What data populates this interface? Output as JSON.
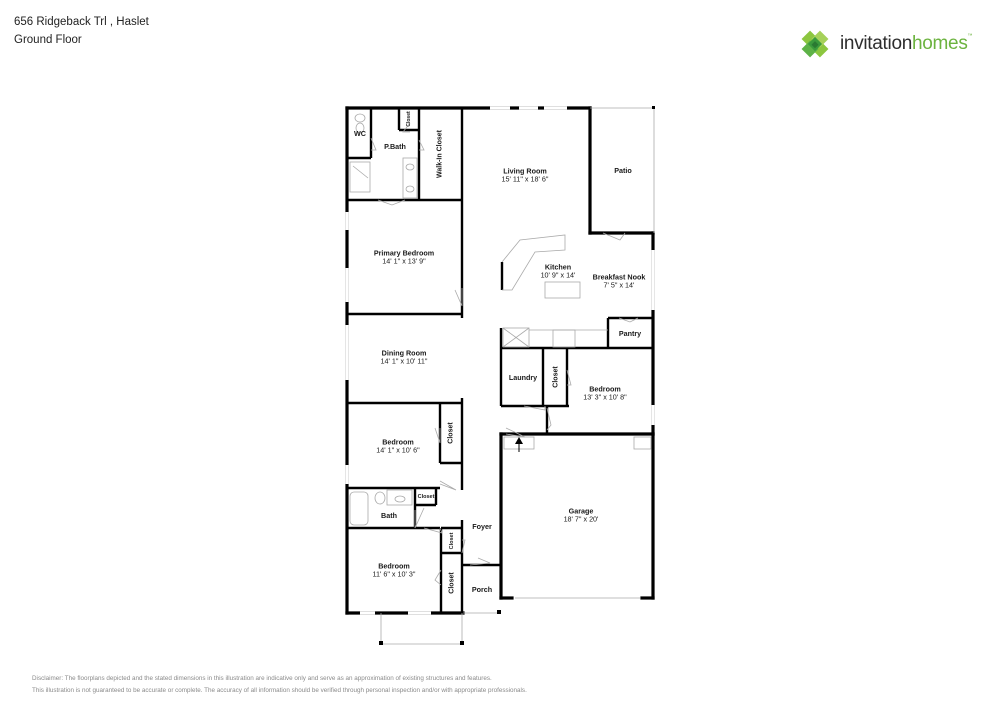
{
  "header": {
    "address": "656 Ridgeback Trl , Haslet",
    "floor": "Ground Floor"
  },
  "brand": {
    "name_part1": "invitation",
    "name_part2": "homes",
    "trademark": "™",
    "colors": {
      "dark_text": "#2d2d2d",
      "green": "#6cb33f",
      "logo_light": "#8cc63f",
      "logo_dark": "#3a9a3c"
    }
  },
  "rooms": {
    "wc": {
      "name": "WC"
    },
    "pbath": {
      "name": "P.Bath"
    },
    "pbath_closet": {
      "name": "Closet"
    },
    "walkin": {
      "name": "Walk-In Closet"
    },
    "living": {
      "name": "Living Room",
      "dims": "15' 11\" x 18' 6\""
    },
    "patio": {
      "name": "Patio"
    },
    "primary": {
      "name": "Primary Bedroom",
      "dims": "14' 1\" x 13' 9\""
    },
    "kitchen": {
      "name": "Kitchen",
      "dims": "10' 9\" x 14'"
    },
    "nook": {
      "name": "Breakfast Nook",
      "dims": "7' 5\" x 14'"
    },
    "pantry": {
      "name": "Pantry"
    },
    "dining": {
      "name": "Dining Room",
      "dims": "14' 1\" x 10' 11\""
    },
    "laundry": {
      "name": "Laundry"
    },
    "closet_laundry": {
      "name": "Closet"
    },
    "bedroom2": {
      "name": "Bedroom",
      "dims": "13' 3\" x 10' 8\""
    },
    "bedroom3": {
      "name": "Bedroom",
      "dims": "14' 1\" x 10' 6\""
    },
    "closet_b3": {
      "name": "Closet"
    },
    "bath": {
      "name": "Bath"
    },
    "bath_closet": {
      "name": "Closet"
    },
    "garage": {
      "name": "Garage",
      "dims": "18' 7\" x 20'"
    },
    "foyer": {
      "name": "Foyer"
    },
    "bedroom4": {
      "name": "Bedroom",
      "dims": "11' 6\" x 10' 3\""
    },
    "closet_foyer": {
      "name": "Closet"
    },
    "closet_b4": {
      "name": "Closet"
    },
    "porch": {
      "name": "Porch"
    }
  },
  "disclaimer": {
    "line1": "Disclaimer: The floorplans depicted and the stated dimensions in this illustration are indicative only and serve as an approximation of existing structures and features.",
    "line2": "This illustration is not guaranteed to be accurate or complete. The accuracy of all information should be verified through personal inspection and/or with appropriate professionals."
  }
}
